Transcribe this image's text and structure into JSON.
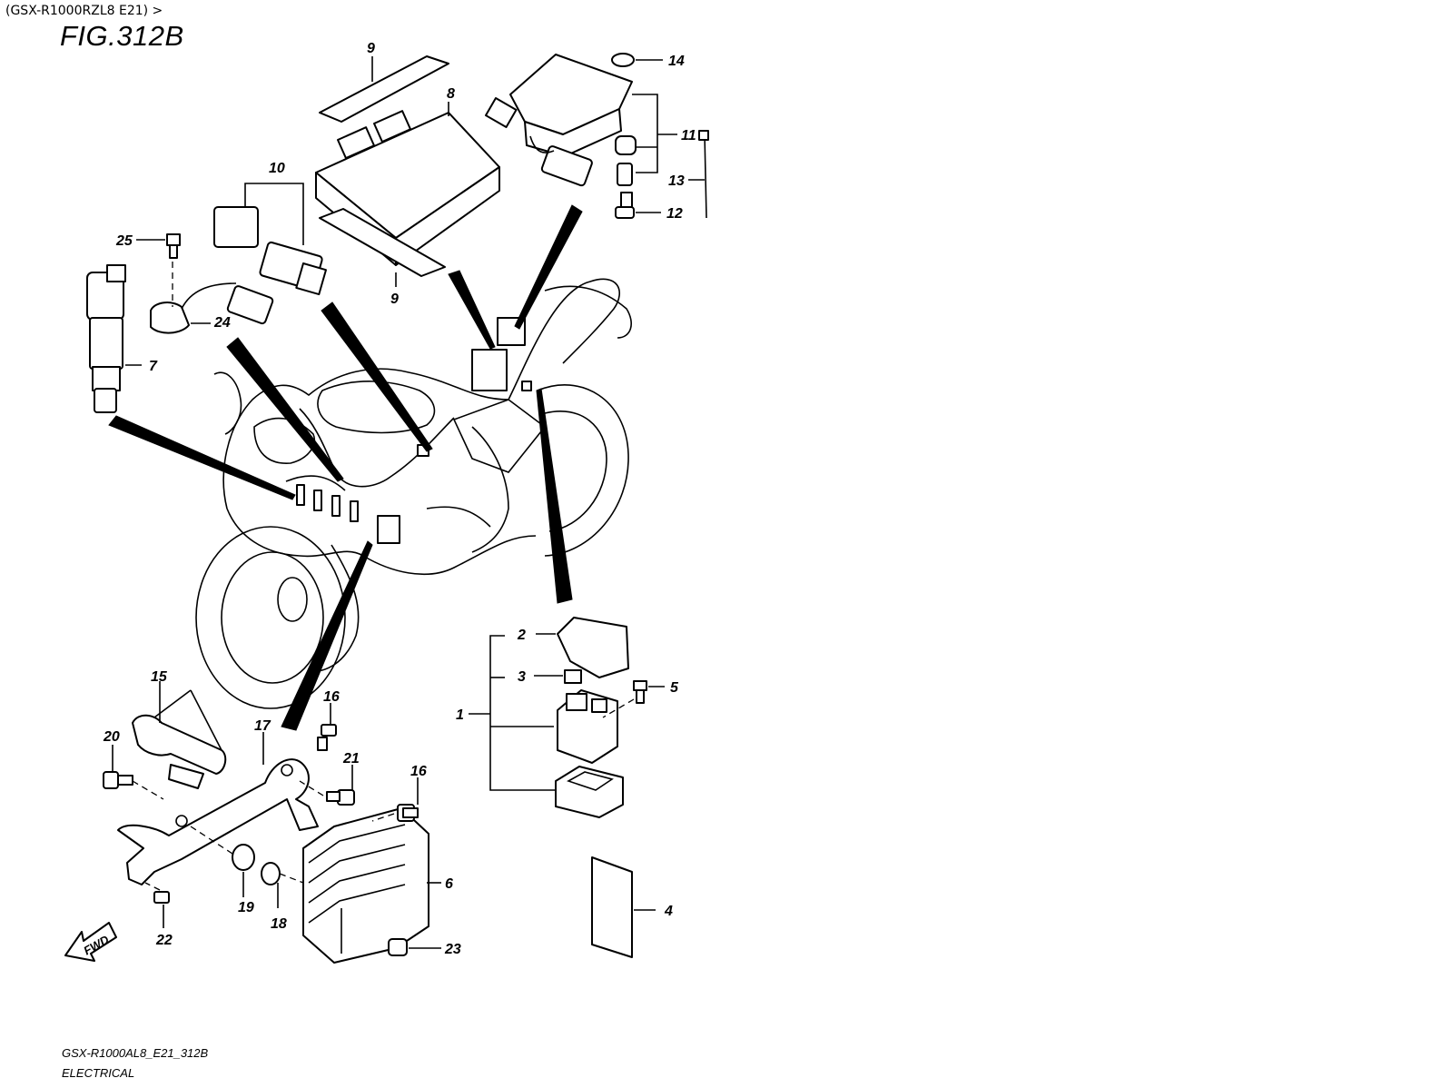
{
  "breadcrumb": "(GSX-R1000RZL8 E21) >",
  "figure": {
    "title": "FIG.312B"
  },
  "footer": {
    "code": "GSX-R1000AL8_E21_312B",
    "title": "ELECTRICAL"
  },
  "fwd_label": "FWD",
  "callouts": {
    "c1": "1",
    "c2": "2",
    "c3": "3",
    "c4": "4",
    "c5": "5",
    "c6": "6",
    "c7": "7",
    "c8": "8",
    "c9a": "9",
    "c9b": "9",
    "c10": "10",
    "c11": "11",
    "c12": "12",
    "c13": "13",
    "c14": "14",
    "c15": "15",
    "c16a": "16",
    "c16b": "16",
    "c17": "17",
    "c18": "18",
    "c19": "19",
    "c20": "20",
    "c21": "21",
    "c22": "22",
    "c23": "23",
    "c24": "24",
    "c25": "25"
  }
}
